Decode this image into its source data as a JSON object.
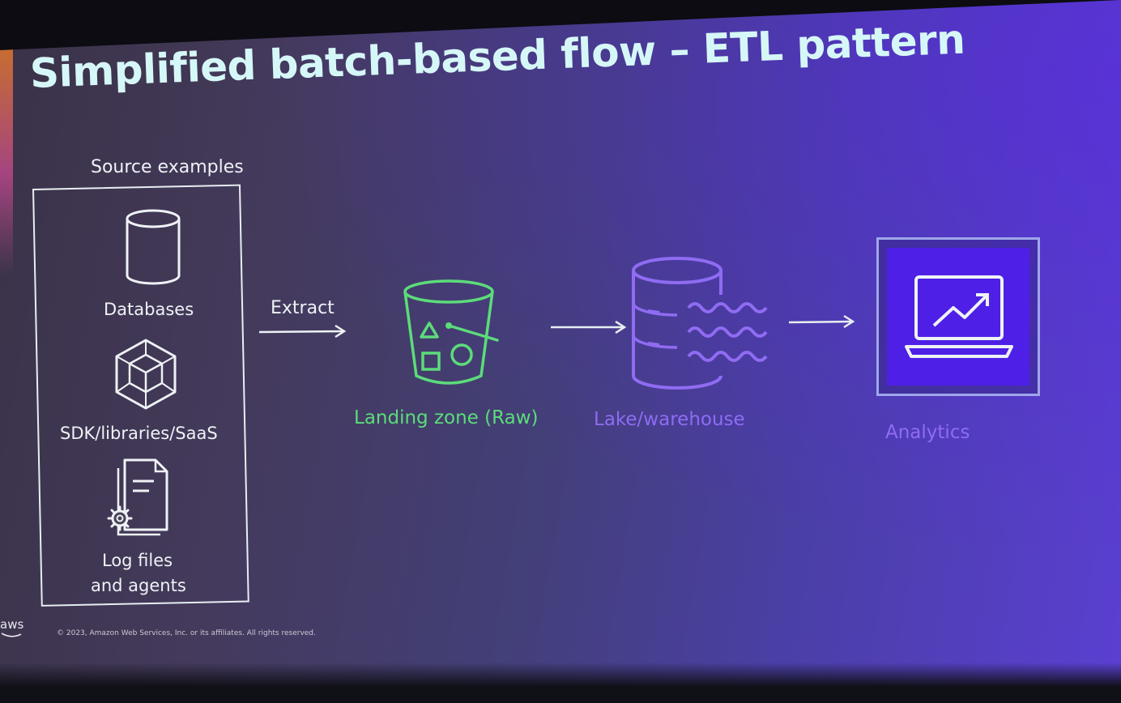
{
  "title": "Simplified batch-based flow – ETL pattern",
  "source": {
    "heading": "Source examples",
    "items": [
      {
        "label": "Databases",
        "icon": "database-icon"
      },
      {
        "label": "SDK/libraries/SaaS",
        "icon": "cube-icon"
      },
      {
        "label_line1": "Log files",
        "label_line2": "and agents",
        "icon": "log-file-gear-icon"
      }
    ]
  },
  "flow": {
    "extract_label": "Extract",
    "landing": {
      "label": "Landing zone (Raw)",
      "icon": "bucket-icon"
    },
    "lake": {
      "label": "Lake/warehouse",
      "icon": "data-lake-icon"
    },
    "analytics": {
      "label": "Analytics",
      "icon": "laptop-chart-icon"
    }
  },
  "footer": {
    "logo": "aws",
    "copyright": "© 2023, Amazon Web Services, Inc. or its affiliates. All rights reserved."
  },
  "colors": {
    "title": "#d6f7f7",
    "landing_green": "#5cdc7a",
    "lake_violet": "#8f6cf2",
    "analytics_tile": "#4e1fe6",
    "line_white": "#e6eef2"
  }
}
